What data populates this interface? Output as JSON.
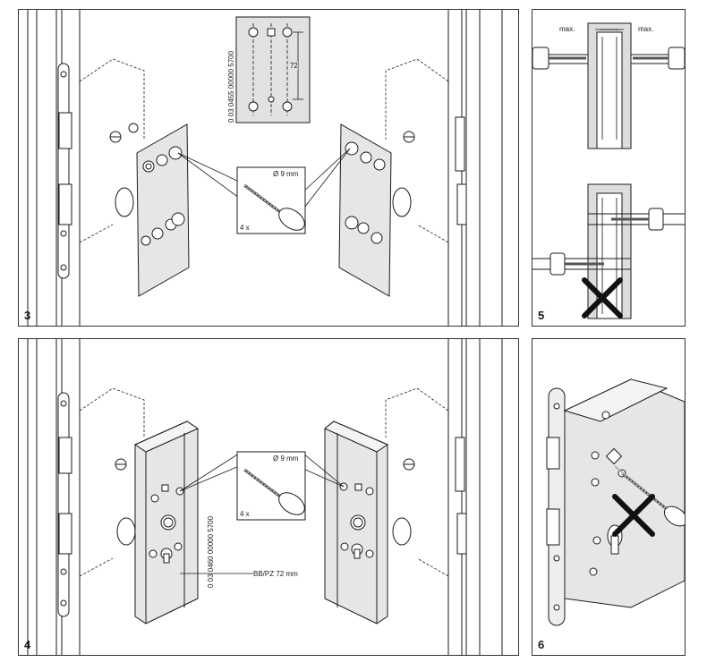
{
  "panels": [
    {
      "number": "3",
      "template_code": "0 03 0455 00000 5700",
      "dimension": "72",
      "drill_size": "Ø 9 mm",
      "quantity": "4 x"
    },
    {
      "number": "5",
      "max_left": "max.",
      "max_right": "max."
    },
    {
      "number": "4",
      "template_code": "0 03 0460 00000 5700",
      "drill_size": "Ø 9 mm",
      "quantity": "4 x",
      "cylinder_label": "BB/PZ 72 mm"
    },
    {
      "number": "6"
    }
  ],
  "colors": {
    "line": "#1a1a1a",
    "plate": "#e6e6e6",
    "template": "#e2e2e2",
    "hatch": "#9a9a9a"
  }
}
